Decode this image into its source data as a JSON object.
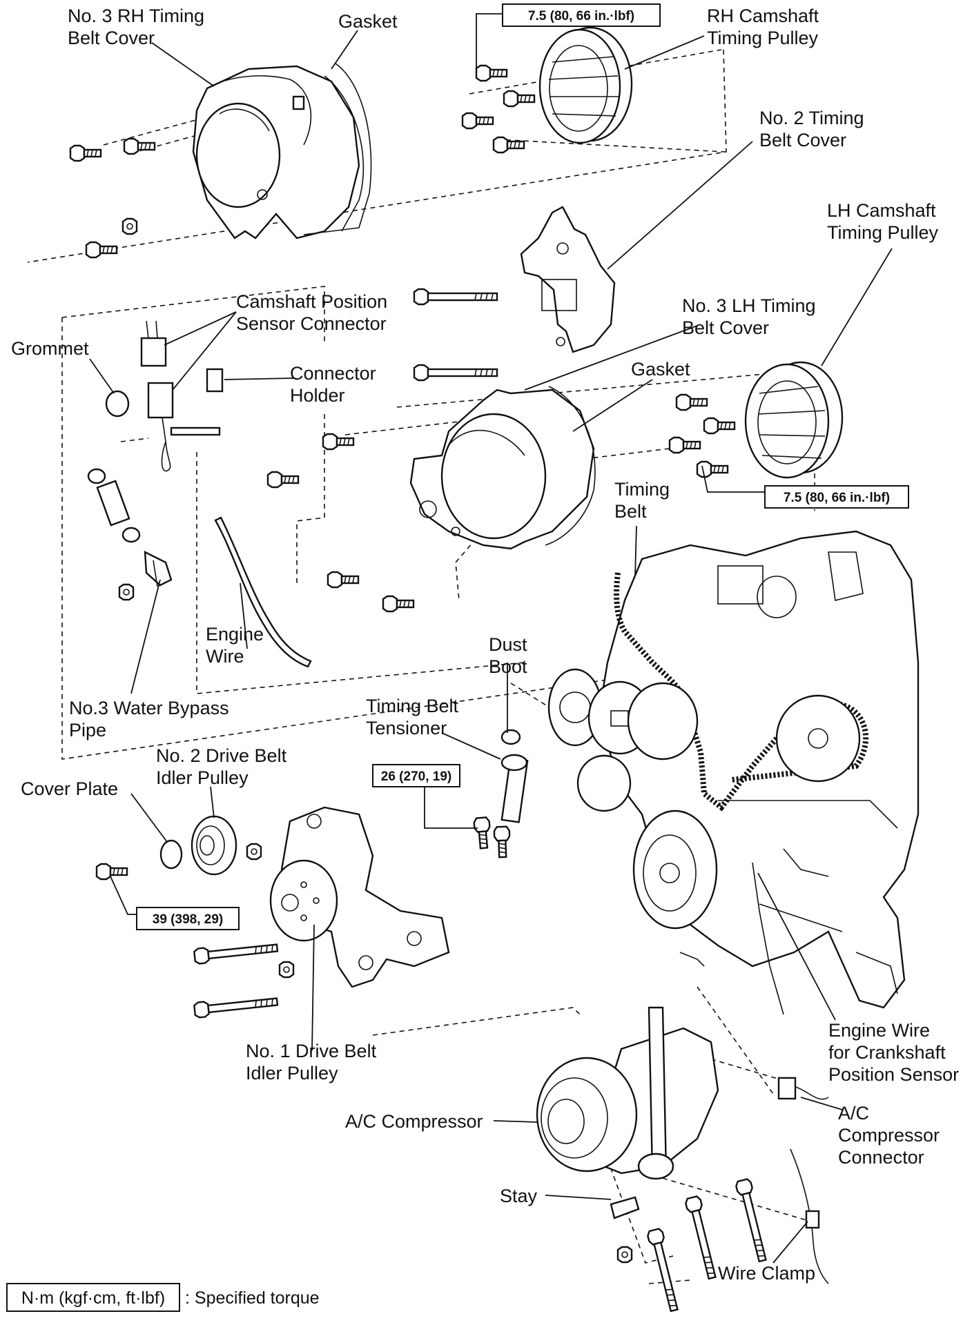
{
  "labels": {
    "rh_cover": [
      "No. 3 RH Timing",
      "Belt Cover"
    ],
    "gasket_top": [
      "Gasket"
    ],
    "rh_pulley": [
      "RH Camshaft",
      "Timing Pulley"
    ],
    "no2_cover": [
      "No. 2 Timing",
      "Belt Cover"
    ],
    "lh_pulley": [
      "LH Camshaft",
      "Timing Pulley"
    ],
    "cam_sensor": [
      "Camshaft Position",
      "Sensor Connector"
    ],
    "grommet": [
      "Grommet"
    ],
    "conn_holder": [
      "Connector",
      "Holder"
    ],
    "lh_cover": [
      "No. 3 LH Timing",
      "Belt Cover"
    ],
    "gasket_mid": [
      "Gasket"
    ],
    "timing_belt": [
      "Timing",
      "Belt"
    ],
    "engine_wire": [
      "Engine",
      "Wire"
    ],
    "dust_boot": [
      "Dust",
      "Boot"
    ],
    "bypass_pipe": [
      "No.3 Water Bypass",
      "Pipe"
    ],
    "tensioner": [
      "Timing Belt",
      "Tensioner"
    ],
    "no2_idler": [
      "No. 2 Drive Belt",
      "Idler Pulley"
    ],
    "cover_plate": [
      "Cover Plate"
    ],
    "no1_idler": [
      "No. 1 Drive Belt",
      "Idler Pulley"
    ],
    "crank_wire": [
      "Engine Wire",
      "for Crankshaft",
      "Position Sensor"
    ],
    "ac_comp": [
      "A/C Compressor"
    ],
    "ac_conn": [
      "A/C",
      "Compressor",
      "Connector"
    ],
    "stay": [
      "Stay"
    ],
    "wire_clamp": [
      "Wire Clamp"
    ]
  },
  "torques": {
    "rh_pulley": "7.5 (80, 66 in.·lbf)",
    "lh_pulley": "7.5 (80, 66 in.·lbf)",
    "tensioner": "26 (270, 19)",
    "idler": "39 (398, 29)"
  },
  "legend": {
    "unit": "N·m (kgf·cm, ft·lbf)",
    "text": ": Specified torque"
  }
}
